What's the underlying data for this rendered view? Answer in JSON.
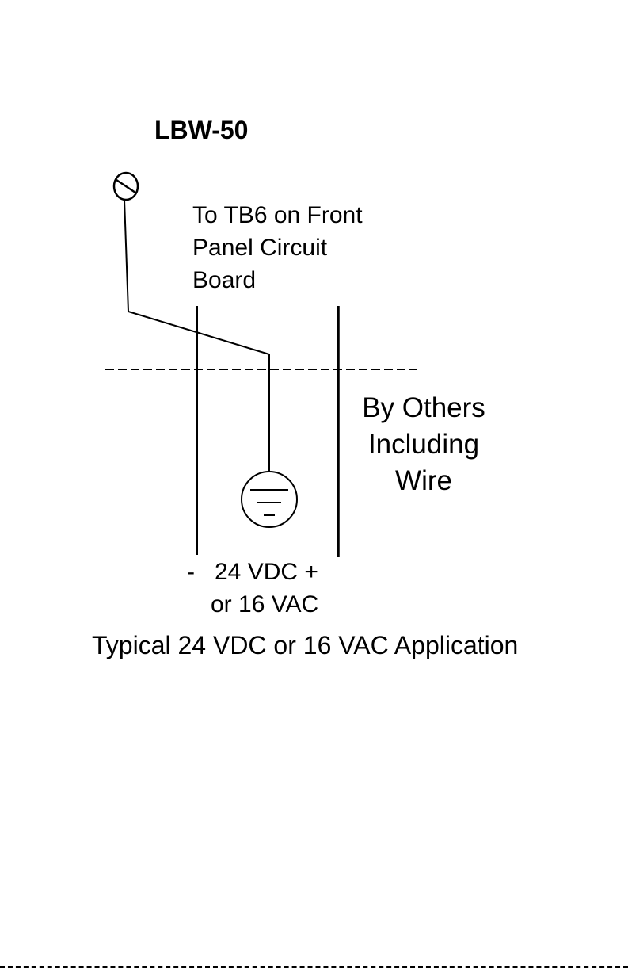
{
  "diagram": {
    "model_label": "LBW-50",
    "destination_lines": [
      "To TB6 on Front",
      "Panel Circuit",
      "Board"
    ],
    "field_wiring_note_lines": [
      "By Others",
      "Including",
      "Wire"
    ],
    "supply_lines": [
      "-   24 VDC +",
      "or 16 VAC"
    ],
    "caption": "Typical 24 VDC or 16 VAC Application",
    "symbols": [
      "screw-terminal-icon",
      "earth-ground-icon"
    ],
    "colors": {
      "ink": "#000000",
      "background": "#ffffff"
    }
  }
}
